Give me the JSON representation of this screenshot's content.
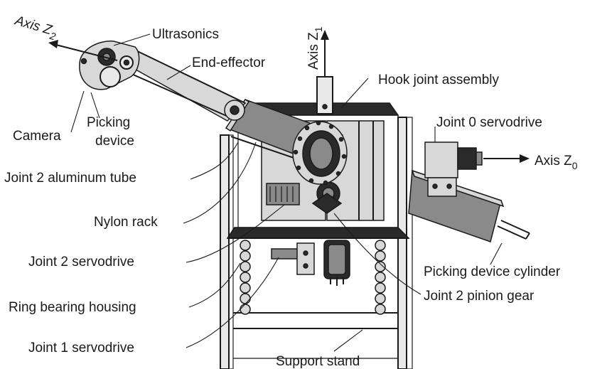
{
  "labels": {
    "axis_z2": "Axis Z",
    "axis_z2_sub": "2",
    "axis_z1": "Axis Z",
    "axis_z1_sub": "1",
    "axis_z0": "Axis Z",
    "axis_z0_sub": "0",
    "ultrasonics": "Ultrasonics",
    "end_effector": "End-effector",
    "hook_joint": "Hook joint assembly",
    "joint0_servodrive": "Joint 0  servodrive",
    "picking_device_line1": "Picking",
    "picking_device_line2": "device",
    "camera": "Camera",
    "joint2_tube": "Joint 2 aluminum tube",
    "nylon_rack": "Nylon rack",
    "joint2_servodrive": "Joint 2 servodrive",
    "ring_bearing": "Ring bearing housing",
    "joint1_servodrive": "Joint 1 servodrive",
    "support_stand": "Support stand",
    "picking_cylinder": "Picking device cylinder",
    "joint2_pinion": "Joint 2 pinion gear"
  }
}
